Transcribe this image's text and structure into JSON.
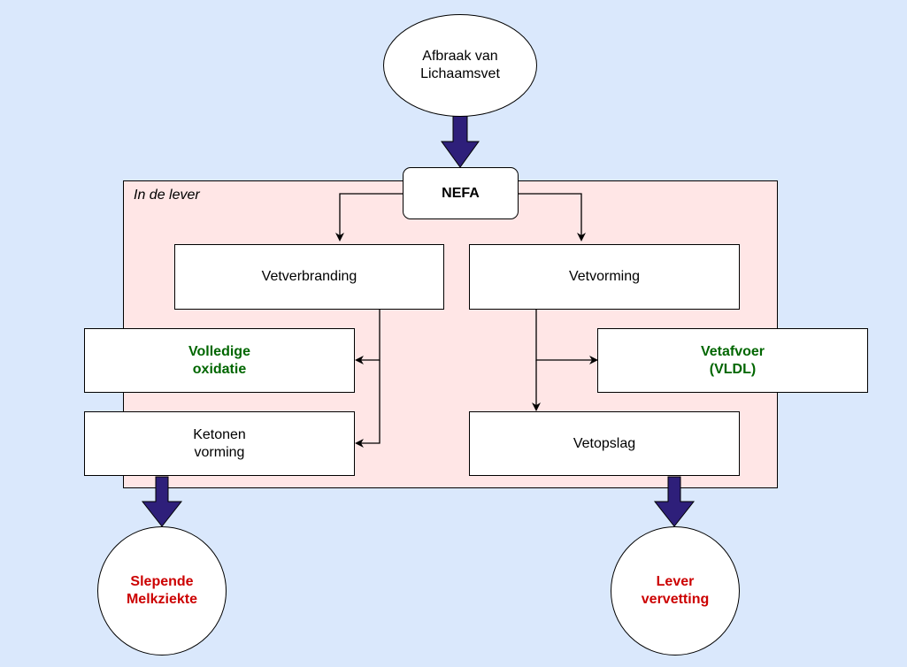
{
  "colors": {
    "background": "#dae8fc",
    "liver_region": "#ffe6e6",
    "big_arrow": "#2e1f7a",
    "positive_text": "#006600",
    "disease_text": "#cc0000"
  },
  "nodes": {
    "start": "Afbraak van\nLichaamsvet",
    "region_label": "In de lever",
    "nefa": "NEFA",
    "vetverbranding": "Vetverbranding",
    "vetvorming": "Vetvorming",
    "volledige_oxidatie": "Volledige\noxidatie",
    "vetafvoer": "Vetafvoer\n(VLDL)",
    "ketonen_vorming": "Ketonen\nvorming",
    "vetopslag": "Vetopslag",
    "slepende_melkziekte": "Slepende\nMelkziekte",
    "lever_vervetting": "Lever\nvervetting"
  }
}
